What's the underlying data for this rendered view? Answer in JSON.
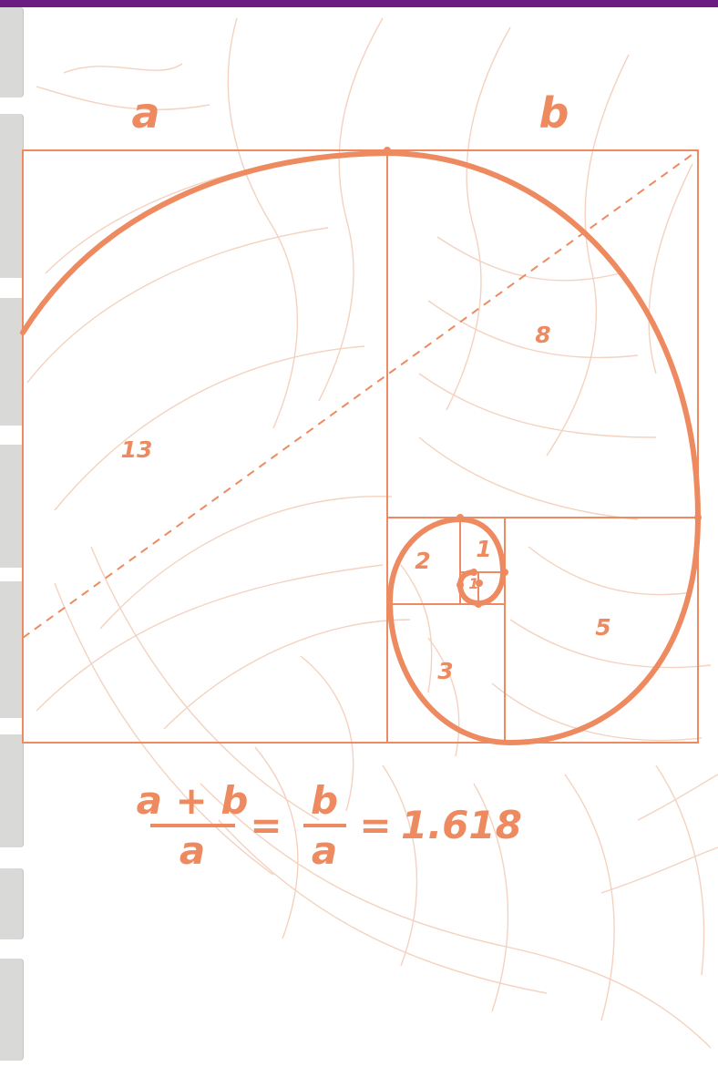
{
  "colors": {
    "accent": "#ee8a60",
    "shell": "#f3d2c0",
    "header_bar": "#6a1e82",
    "side_tab": "#d9dad8"
  },
  "header": {
    "bar_color": "#6a1e82"
  },
  "sidebar": {
    "tab_count": 8
  },
  "diagram": {
    "label_a": "a",
    "label_b": "b",
    "squares": [
      "13",
      "8",
      "5",
      "3",
      "2",
      "1",
      "1"
    ],
    "formula": {
      "num_left": "a + b",
      "den_left": "a",
      "eq1": "=",
      "num_right": "b",
      "den_right": "a",
      "eq2": "=",
      "value": "1.618"
    }
  }
}
